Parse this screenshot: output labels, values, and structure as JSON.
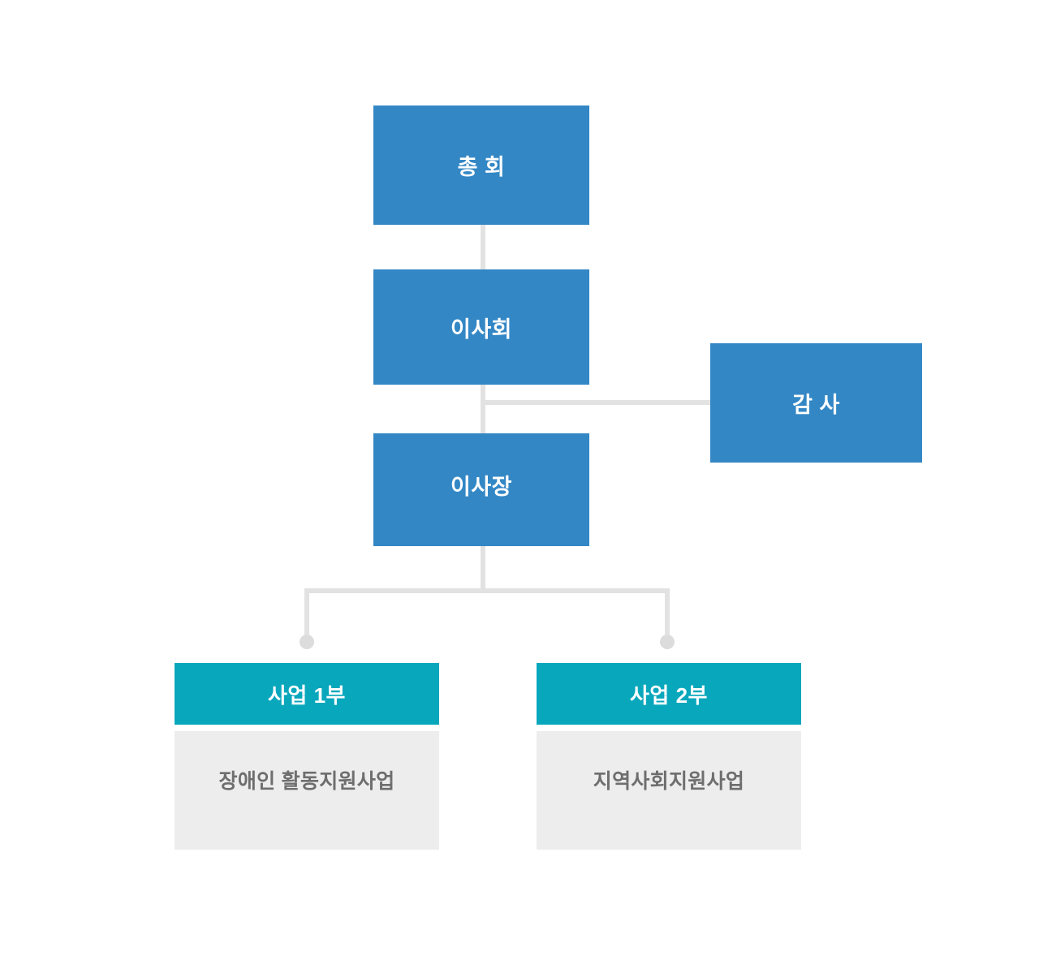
{
  "chart": {
    "type": "org-chart",
    "title": "",
    "background_color": "#ffffff",
    "colors": {
      "primary_node": "#3387c5",
      "department_header": "#09a7bc",
      "department_body": "#ededed",
      "connector_line": "#e2e2e2",
      "connector_dot": "#dcdcdc",
      "primary_text": "#ffffff",
      "department_body_text": "#6e6e6e"
    },
    "nodes": {
      "general_assembly": {
        "label": "총 회",
        "level": 1
      },
      "board_of_directors": {
        "label": "이사회",
        "level": 2
      },
      "auditor": {
        "label": "감 사",
        "level": 2
      },
      "chairman": {
        "label": "이사장",
        "level": 3
      },
      "department_1": {
        "header": "사업 1부",
        "body": "장애인 활동지원사업",
        "level": 4
      },
      "department_2": {
        "header": "사업 2부",
        "body": "지역사회지원사업",
        "level": 4
      }
    },
    "connections": [
      {
        "from": "general_assembly",
        "to": "board_of_directors",
        "style": "vertical"
      },
      {
        "from": "board_of_directors",
        "to": "chairman",
        "style": "vertical"
      },
      {
        "from": "board_of_directors",
        "to": "auditor",
        "style": "horizontal-dashed-side"
      },
      {
        "from": "chairman",
        "to": "department_1",
        "style": "elbow-with-dot"
      },
      {
        "from": "chairman",
        "to": "department_2",
        "style": "elbow-with-dot"
      }
    ]
  }
}
